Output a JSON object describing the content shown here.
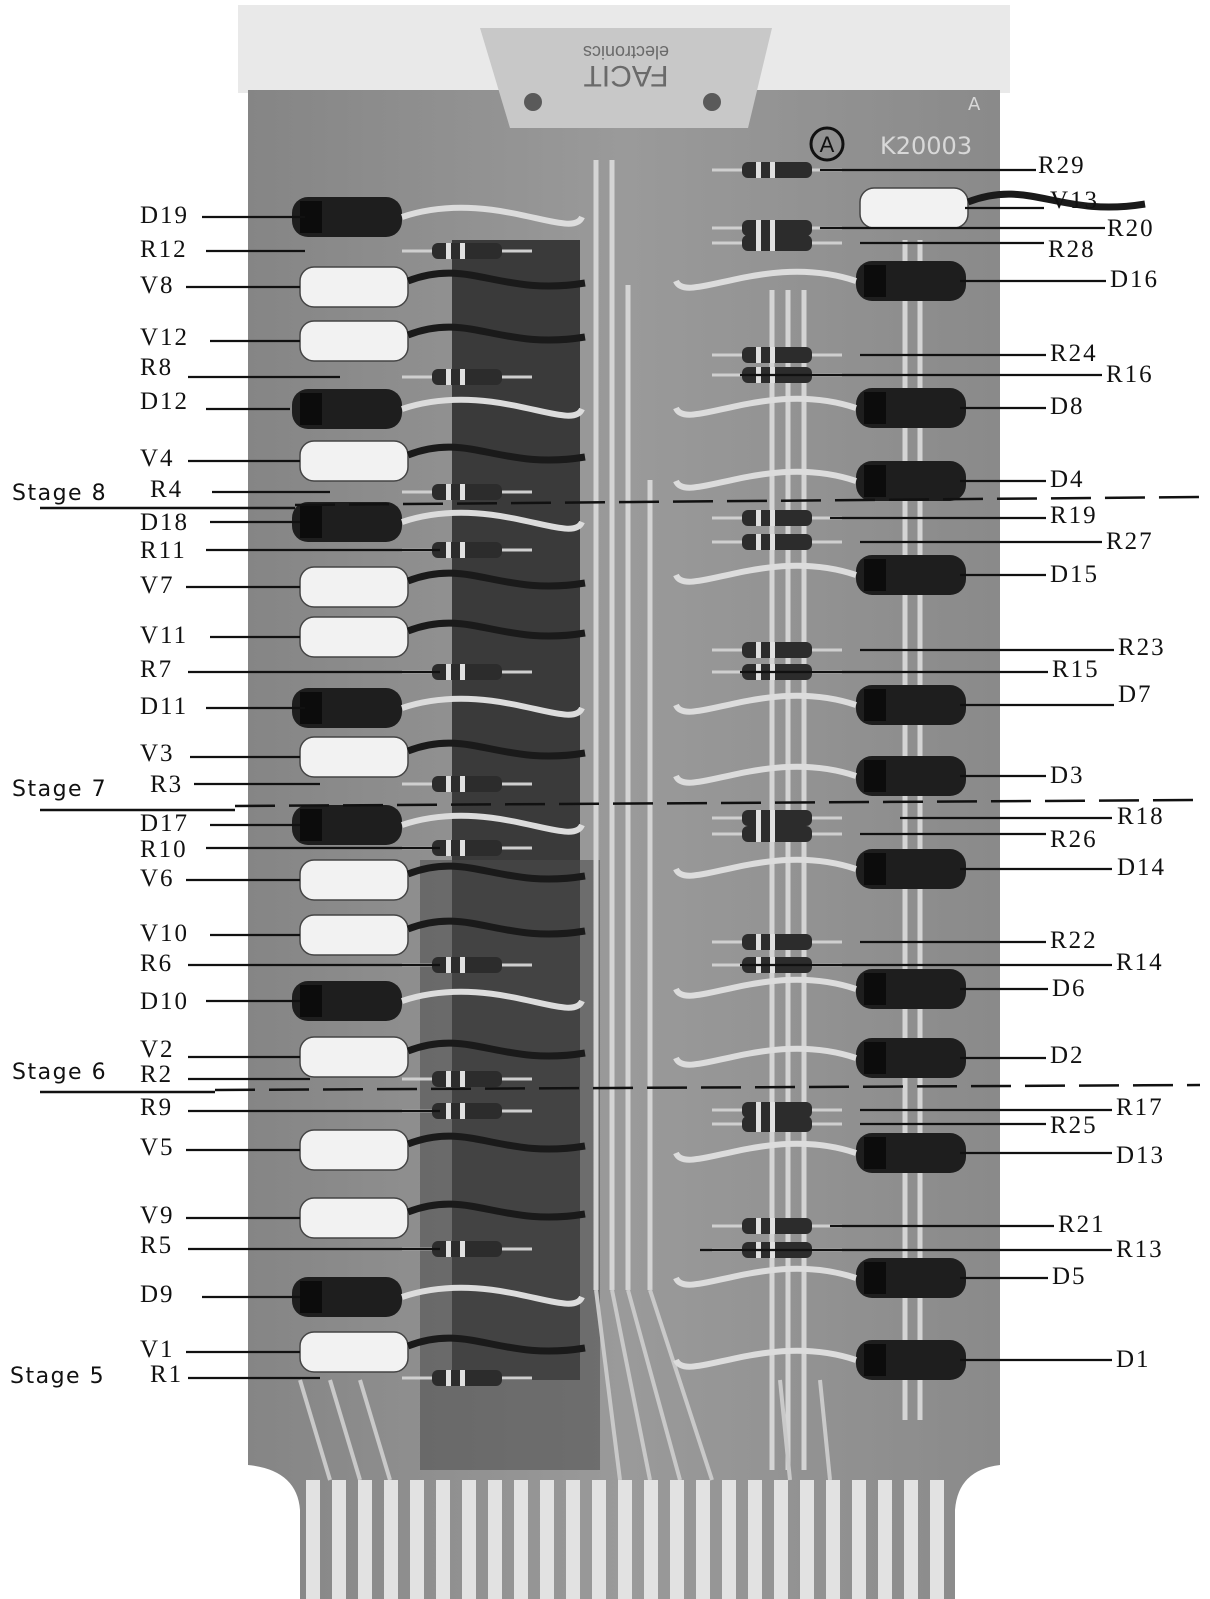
{
  "board": {
    "brand_name": "FACIT",
    "brand_sub": "electronics",
    "board_code": "K20003",
    "revision_mark": "A",
    "corner_mark": "A"
  },
  "stages": [
    {
      "id": "stage8",
      "text": "Stage 8"
    },
    {
      "id": "stage7",
      "text": "Stage 7"
    },
    {
      "id": "stage6",
      "text": "Stage 6"
    },
    {
      "id": "stage5",
      "text": "Stage 5"
    }
  ],
  "labels_left": [
    {
      "id": "D19",
      "text": "D19"
    },
    {
      "id": "R12",
      "text": "R12"
    },
    {
      "id": "V8",
      "text": "V8"
    },
    {
      "id": "V12",
      "text": "V12"
    },
    {
      "id": "R8",
      "text": "R8"
    },
    {
      "id": "D12",
      "text": "D12"
    },
    {
      "id": "V4",
      "text": "V4"
    },
    {
      "id": "R4",
      "text": "R4"
    },
    {
      "id": "D18",
      "text": "D18"
    },
    {
      "id": "R11",
      "text": "R11"
    },
    {
      "id": "V7",
      "text": "V7"
    },
    {
      "id": "V11",
      "text": "V11"
    },
    {
      "id": "R7",
      "text": "R7"
    },
    {
      "id": "D11",
      "text": "D11"
    },
    {
      "id": "V3",
      "text": "V3"
    },
    {
      "id": "R3",
      "text": "R3"
    },
    {
      "id": "D17",
      "text": "D17"
    },
    {
      "id": "R10",
      "text": "R10"
    },
    {
      "id": "V6",
      "text": "V6"
    },
    {
      "id": "V10",
      "text": "V10"
    },
    {
      "id": "R6",
      "text": "R6"
    },
    {
      "id": "D10",
      "text": "D10"
    },
    {
      "id": "V2",
      "text": "V2"
    },
    {
      "id": "R2",
      "text": "R2"
    },
    {
      "id": "R9",
      "text": "R9"
    },
    {
      "id": "V5",
      "text": "V5"
    },
    {
      "id": "V9",
      "text": "V9"
    },
    {
      "id": "R5",
      "text": "R5"
    },
    {
      "id": "D9",
      "text": "D9"
    },
    {
      "id": "V1",
      "text": "V1"
    },
    {
      "id": "R1",
      "text": "R1"
    }
  ],
  "labels_right": [
    {
      "id": "R29",
      "text": "R29"
    },
    {
      "id": "V13",
      "text": "V13"
    },
    {
      "id": "R20",
      "text": "R20"
    },
    {
      "id": "R28",
      "text": "R28"
    },
    {
      "id": "D16",
      "text": "D16"
    },
    {
      "id": "R24",
      "text": "R24"
    },
    {
      "id": "R16",
      "text": "R16"
    },
    {
      "id": "D8",
      "text": "D8"
    },
    {
      "id": "D4",
      "text": "D4"
    },
    {
      "id": "R19",
      "text": "R19"
    },
    {
      "id": "R27",
      "text": "R27"
    },
    {
      "id": "D15",
      "text": "D15"
    },
    {
      "id": "R23",
      "text": "R23"
    },
    {
      "id": "R15",
      "text": "R15"
    },
    {
      "id": "D7",
      "text": "D7"
    },
    {
      "id": "D3",
      "text": "D3"
    },
    {
      "id": "R18",
      "text": "R18"
    },
    {
      "id": "R26",
      "text": "R26"
    },
    {
      "id": "D14",
      "text": "D14"
    },
    {
      "id": "R22",
      "text": "R22"
    },
    {
      "id": "R14",
      "text": "R14"
    },
    {
      "id": "D6",
      "text": "D6"
    },
    {
      "id": "D2",
      "text": "D2"
    },
    {
      "id": "R17",
      "text": "R17"
    },
    {
      "id": "R25",
      "text": "R25"
    },
    {
      "id": "D13",
      "text": "D13"
    },
    {
      "id": "R21",
      "text": "R21"
    },
    {
      "id": "R13",
      "text": "R13"
    },
    {
      "id": "D5",
      "text": "D5"
    },
    {
      "id": "D1",
      "text": "D1"
    }
  ]
}
